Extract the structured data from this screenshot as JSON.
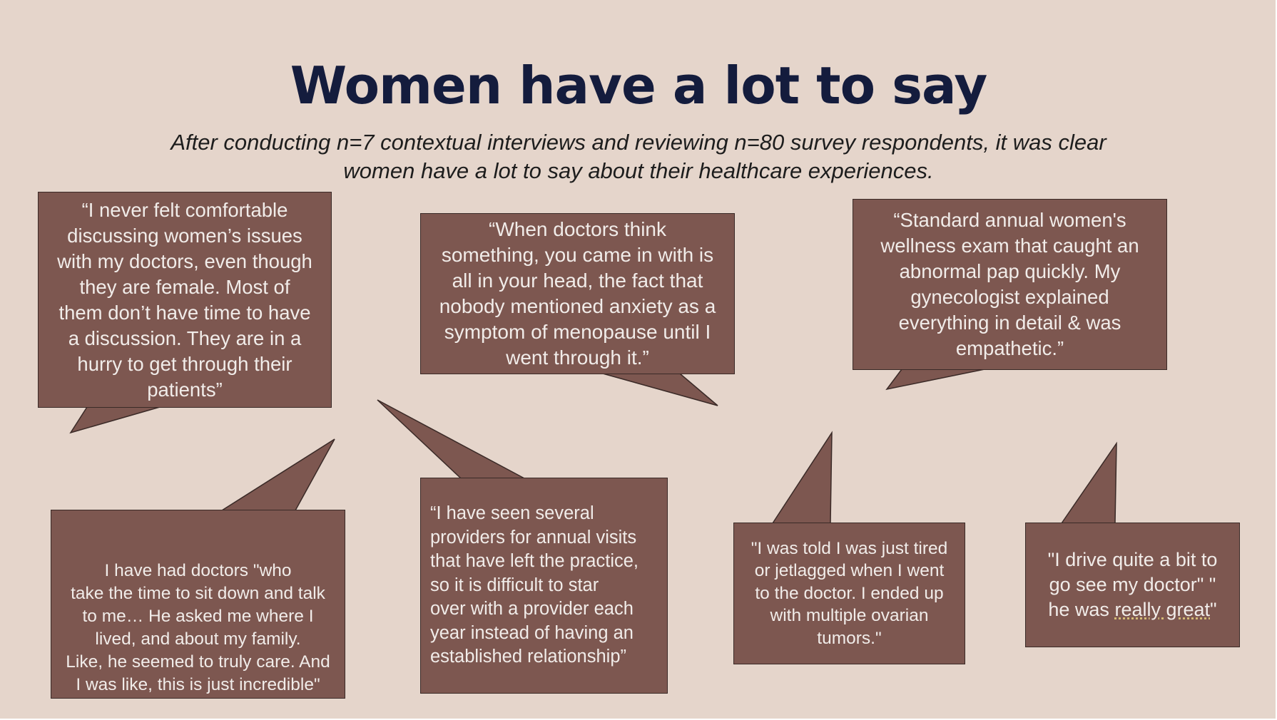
{
  "slide": {
    "title": "Women have a lot to say",
    "subtitle_lines": [
      "After conducting n=7 contextual interviews and reviewing n=80 survey respondents, it was clear",
      "women have a lot to say about their healthcare experiences."
    ]
  },
  "quotes": [
    {
      "lines": [
        "“I never felt comfortable",
        "discussing women’s issues",
        "with my doctors, even though",
        "they are female. Most of",
        "them don’t have time to have",
        "a discussion. They are in a",
        "hurry to get through their",
        "patients”"
      ]
    },
    {
      "lines": [
        "“When doctors think",
        "something, you came in with is",
        "all in your head, the fact that",
        "nobody mentioned anxiety as a",
        "symptom of menopause until I",
        "went through it.”"
      ]
    },
    {
      "lines": [
        "“Standard annual women's",
        "wellness exam that caught an",
        "abnormal pap quickly. My",
        "gynecologist explained",
        "everything in detail & was",
        "empathetic.”"
      ]
    },
    {
      "lines": [
        "I have had doctors \"who",
        "take the time to sit down and talk",
        "to me… He asked me where I",
        "lived, and about my family.",
        "Like, he seemed to truly care. And",
        "I was like, this is just incredible\""
      ]
    },
    {
      "lines": [
        "“I have seen several",
        "providers for annual visits",
        "that have left the practice,",
        "so it is difficult to star",
        "over with a provider each",
        "year instead of having an",
        "established relationship”"
      ]
    },
    {
      "lines": [
        "\"I was told I was just tired",
        "or jetlagged when I went",
        "to the doctor. I ended up",
        "with multiple ovarian",
        "tumors.\""
      ]
    },
    {
      "lines": [
        "\"I drive quite a bit to",
        "go see my doctor\" \"",
        "he was",
        "really great",
        "\""
      ]
    }
  ],
  "colors": {
    "background": "#e5d5cb",
    "bubble_fill": "#7d5750",
    "bubble_text": "#f1ece9",
    "title": "#141c3d"
  }
}
